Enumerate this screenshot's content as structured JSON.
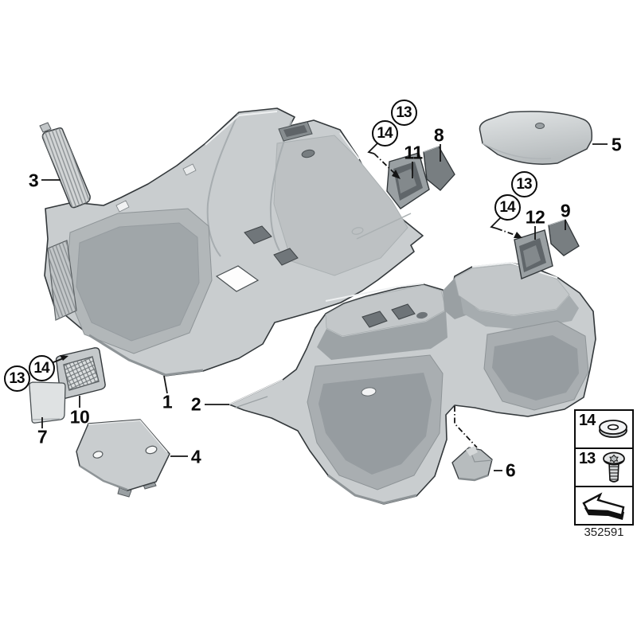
{
  "figure": {
    "type": "exploded-parts-diagram",
    "subject": "floor-covering",
    "drawing_number": "352591",
    "labels": {
      "1": "1",
      "2": "2",
      "3": "3",
      "4": "4",
      "5": "5",
      "6": "6",
      "7": "7",
      "8": "8",
      "9": "9",
      "10": "10",
      "11": "11",
      "12": "12",
      "13": "13",
      "14": "14"
    },
    "legend": {
      "washer_label": "14",
      "screw_label": "13",
      "icons": [
        "washer-icon",
        "torx-screw-icon",
        "direction-arrow-icon"
      ]
    },
    "colors": {
      "background": "#ffffff",
      "part_light": "#d3d6d8",
      "part_base": "#c9cdcf",
      "part_mid": "#a9aeb1",
      "part_dark": "#8e9497",
      "part_darkest": "#70767a",
      "outline": "#33383b",
      "callout_ink": "#0b0b0b"
    }
  }
}
